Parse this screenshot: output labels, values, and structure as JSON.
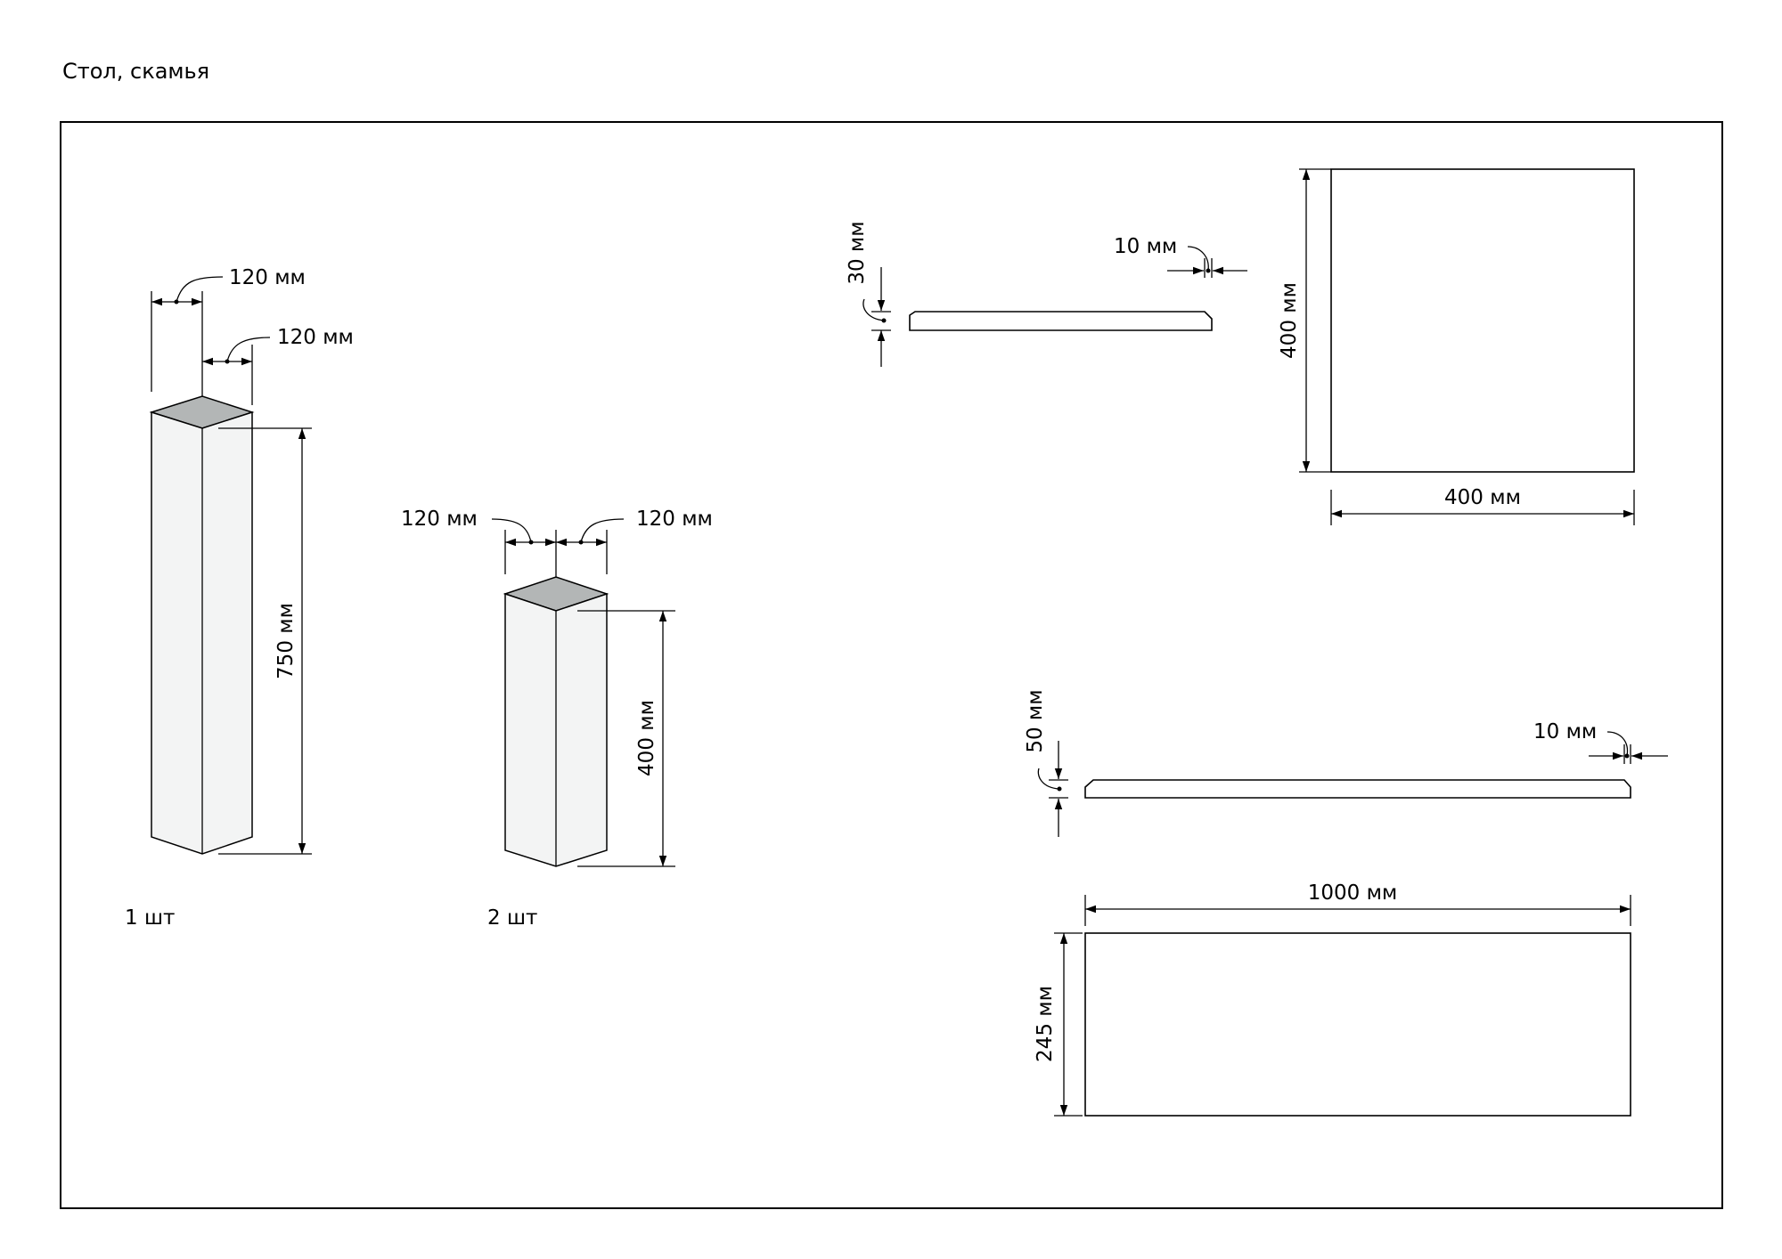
{
  "title": "Стол, скамья",
  "post_tall": {
    "width_label_1": "120 мм",
    "width_label_2": "120 мм",
    "height_label": "750 мм",
    "quantity": "1 шт"
  },
  "post_short": {
    "width_label_1": "120 мм",
    "width_label_2": "120 мм",
    "height_label": "400 мм",
    "quantity": "2 шт"
  },
  "tabletop_square": {
    "thickness_label": "30 мм",
    "chamfer_label": "10 мм",
    "height_label": "400 мм",
    "width_label": "400 мм"
  },
  "bench_board": {
    "thickness_label": "50 мм",
    "chamfer_label": "10 мм",
    "length_label": "1000 мм",
    "width_label": "245 мм"
  },
  "colors": {
    "post_top": "#b3b6b6",
    "post_face": "#f3f4f4",
    "line": "#000000"
  }
}
